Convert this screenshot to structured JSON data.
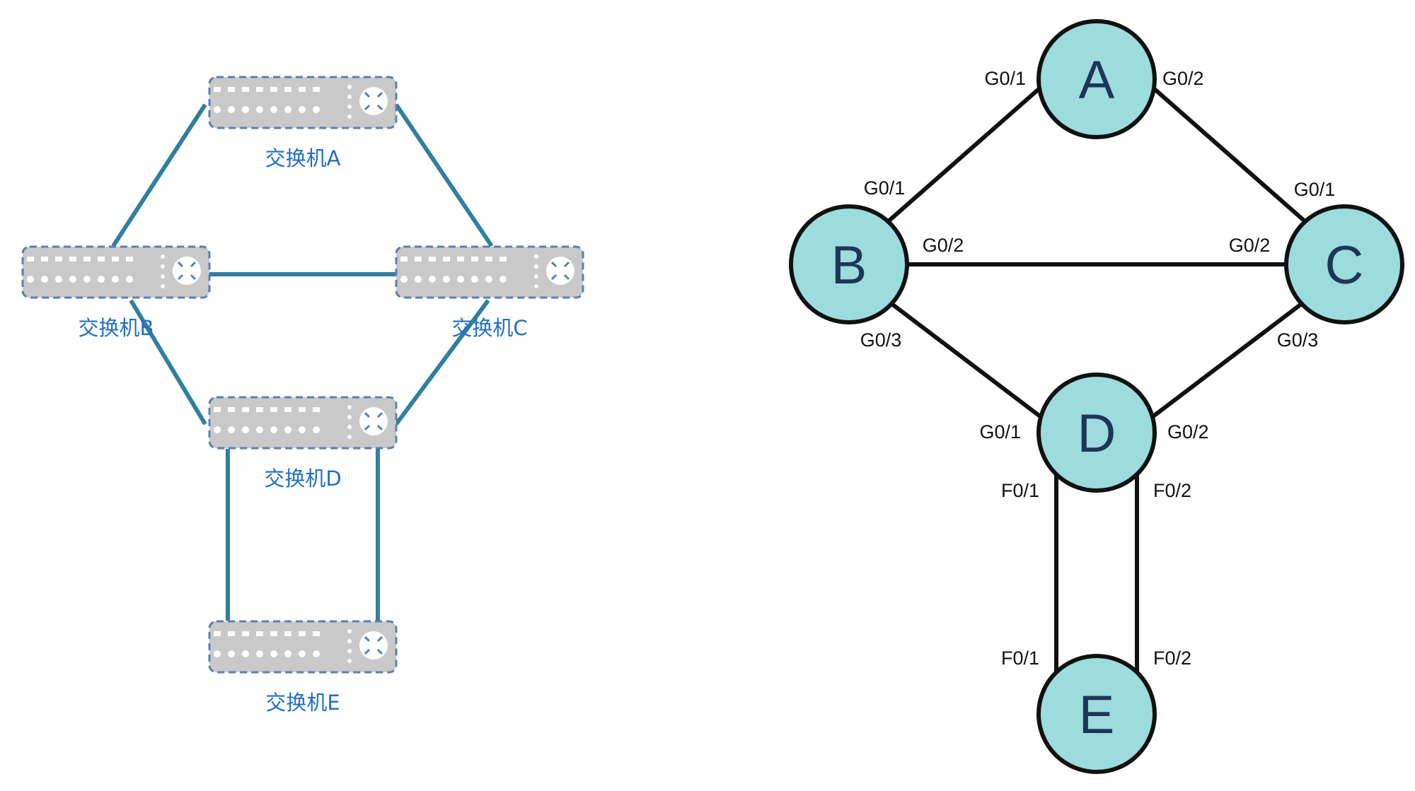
{
  "left_diagram": {
    "switches": [
      {
        "id": "A",
        "label": "交换机A"
      },
      {
        "id": "B",
        "label": "交换机B"
      },
      {
        "id": "C",
        "label": "交换机C"
      },
      {
        "id": "D",
        "label": "交换机D"
      },
      {
        "id": "E",
        "label": "交换机E"
      }
    ],
    "links": [
      [
        "A",
        "B"
      ],
      [
        "A",
        "C"
      ],
      [
        "B",
        "C"
      ],
      [
        "B",
        "D"
      ],
      [
        "C",
        "D"
      ],
      [
        "D",
        "E"
      ],
      [
        "D",
        "E"
      ]
    ],
    "colors": {
      "link": "#2f7f9f",
      "switch_body": "#c9c9c9",
      "switch_border": "#5a7fb6",
      "label": "#1f6fc5"
    }
  },
  "right_diagram": {
    "nodes": [
      {
        "id": "A",
        "label": "A"
      },
      {
        "id": "B",
        "label": "B"
      },
      {
        "id": "C",
        "label": "C"
      },
      {
        "id": "D",
        "label": "D"
      },
      {
        "id": "E",
        "label": "E"
      }
    ],
    "ports": {
      "a_g01": "G0/1",
      "a_g02": "G0/2",
      "b_g01": "G0/1",
      "b_g02": "G0/2",
      "b_g03": "G0/3",
      "c_g01": "G0/1",
      "c_g02": "G0/2",
      "c_g03": "G0/3",
      "d_g01": "G0/1",
      "d_g02": "G0/2",
      "d_f01": "F0/1",
      "d_f02": "F0/2",
      "e_f01": "F0/1",
      "e_f02": "F0/2"
    },
    "colors": {
      "node_fill": "#9cdcdc",
      "node_stroke": "#111111",
      "link": "#111111",
      "letter": "#1f3558"
    }
  }
}
